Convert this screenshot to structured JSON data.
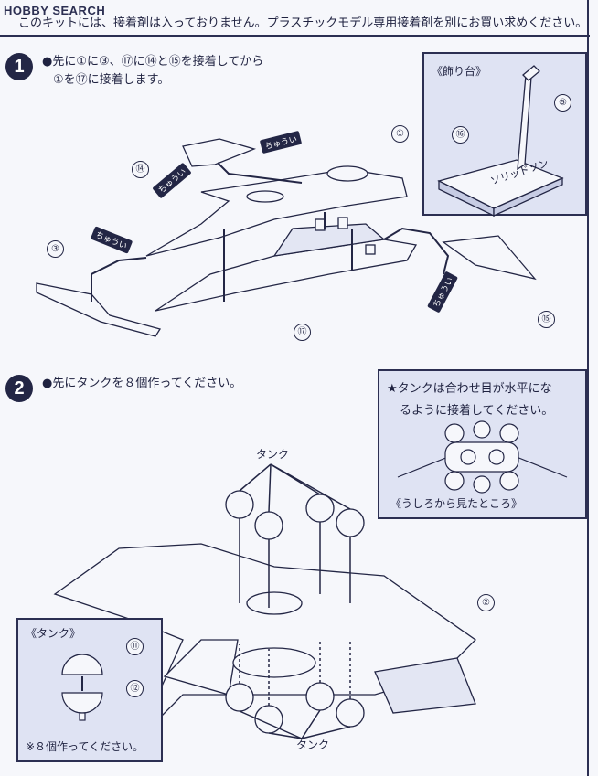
{
  "header": {
    "logo_text": "HOBBY SEARCH",
    "notice": "このキットには、接着剤は入っておりません。プラスチックモデル専用接着剤を別にお買い求めください。"
  },
  "step1": {
    "number": "1",
    "line1": "●先に①に③、⑰に⑭と⑮を接着してから",
    "line2": "①を⑰に接着します。",
    "inset_title": "《飾り台》",
    "callouts": [
      "①",
      "③",
      "⑭",
      "⑮",
      "⑰",
      "⑤",
      "⑯"
    ],
    "warning_tag": "ちゅうい",
    "stand_logo": "ソリッドソン"
  },
  "step2": {
    "number": "2",
    "line1": "●先にタンクを８個作ってください。",
    "inset_line1": "★タンクは合わせ目が水平にな",
    "inset_line2": "るように接着してください。",
    "inset_caption": "《うしろから見たところ》",
    "tank_label": "タンク",
    "tank_inset_title": "《タンク》",
    "tank_inset_note": "※８個作ってください。",
    "callouts": [
      "②",
      "⑪",
      "⑫"
    ]
  },
  "colors": {
    "ink": "#232645",
    "tint": "#dfe3f3",
    "paper": "#f6f7fb"
  },
  "icons": [
    "warning-arrow-icon"
  ]
}
